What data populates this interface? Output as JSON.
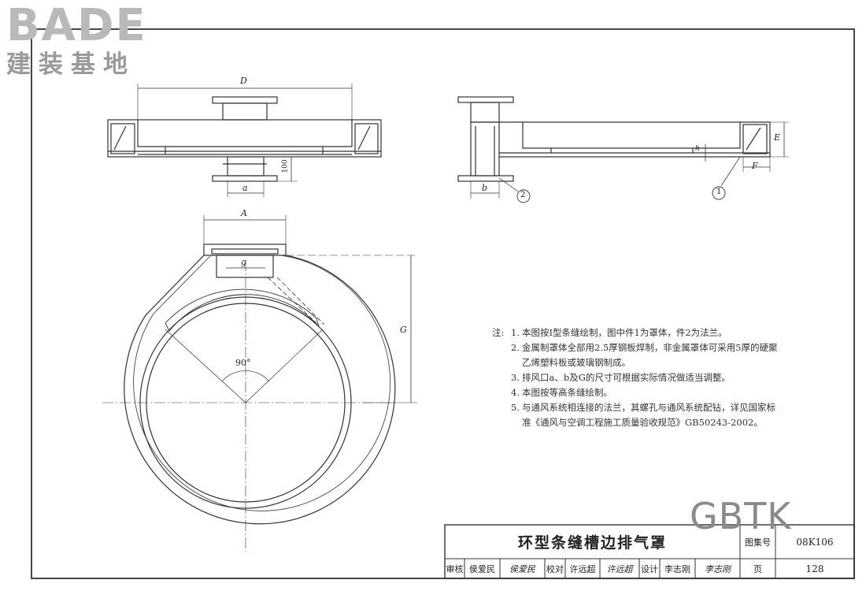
{
  "logo": {
    "brand": "BADE",
    "subtitle": "建装基地"
  },
  "watermark": "GBTK",
  "dimension_labels": {
    "D": "D",
    "a": "a",
    "h100": "100",
    "b": "b",
    "h": "h",
    "E": "E",
    "F": "F",
    "A": "A",
    "g": "g",
    "G": "G",
    "angle": "90°",
    "callout_1": "1",
    "callout_2": "2"
  },
  "notes": {
    "prefix": "注:",
    "items": [
      {
        "num": "1.",
        "text": "本图按Ⅰ型条缝绘制，图中件1为罩体，件2为法兰。"
      },
      {
        "num": "2.",
        "text": "金属制罩体全部用2.5厚钢板焊制，非金属罩体可采用5厚的硬聚",
        "cont": "乙烯塑料板或玻璃钢制成。"
      },
      {
        "num": "3.",
        "text": "排风口a、b及G的尺寸可根据实际情况做适当调整。"
      },
      {
        "num": "4.",
        "text": "本图按等高条缝绘制。"
      },
      {
        "num": "5.",
        "text": "与通风系统相连接的法兰，其螺孔与通风系统配钻，详见国家标",
        "cont": "准《通风与空调工程施工质量验收规范》GB50243-2002。"
      }
    ]
  },
  "title_block": {
    "title": "环型条缝槽边排气罩",
    "atlas_label": "图集号",
    "atlas_no": "08K106",
    "page_label": "页",
    "page_no": "128",
    "review_label": "审核",
    "reviewer": "侯爱民",
    "reviewer_sig": "侯爱民",
    "check_label": "校对",
    "checker": "许远超",
    "checker_sig": "许远超",
    "design_label": "设计",
    "designer": "李志刚",
    "designer_sig": "李志刚"
  }
}
